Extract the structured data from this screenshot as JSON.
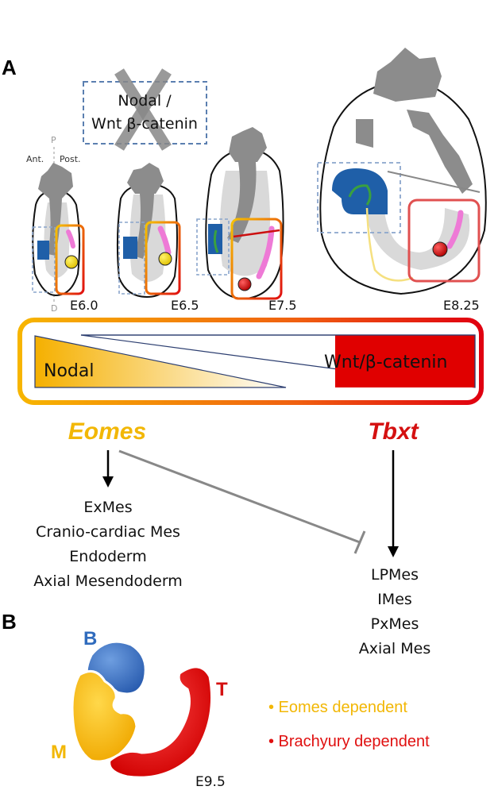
{
  "panels": {
    "a": "A",
    "b": "B"
  },
  "top_box": {
    "line1": "Nodal /",
    "line2": "Wnt β-catenin"
  },
  "axis": {
    "anterior": "Ant.",
    "posterior": "Post.",
    "p": "P",
    "d": "D"
  },
  "stages": [
    "E6.0",
    "E6.5",
    "E7.5",
    "E8.25"
  ],
  "gradient": {
    "left_label": "Nodal",
    "right_label": "Wnt/β-catenin"
  },
  "genes": {
    "eomes": "Eomes",
    "tbxt": "Tbxt"
  },
  "eomes_targets": [
    "ExMes",
    "Cranio-cardiac Mes",
    "Endoderm",
    "Axial Mesendoderm"
  ],
  "tbxt_targets": [
    "LPMes",
    "IMes",
    "PxMes",
    "Axial Mes"
  ],
  "panel_b": {
    "b_label": "B",
    "t_label": "T",
    "m_label": "M",
    "stage": "E9.5"
  },
  "legend": [
    {
      "text": "• Eomes dependent",
      "color": "#f2b705"
    },
    {
      "text": "• Brachyury dependent",
      "color": "#e01010"
    }
  ],
  "colors": {
    "eomes": "#f2b705",
    "tbxt": "#d41010",
    "nodal": "#f5b800",
    "wnt": "#e00000",
    "blue": "#1f5fa8",
    "pink": "#ee7ad6",
    "embryo_grey": "#8c8c8c",
    "embryo_light": "#d9d9d9"
  }
}
